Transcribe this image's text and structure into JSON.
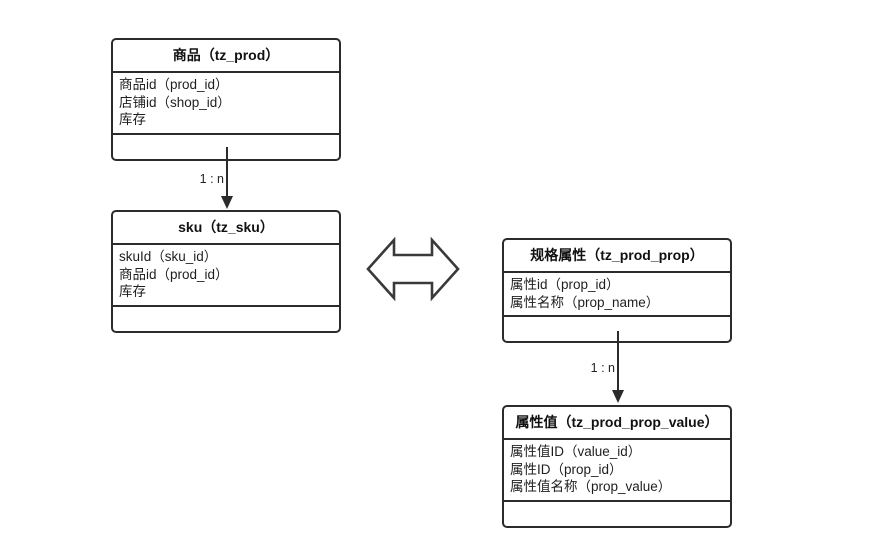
{
  "diagram": {
    "background": "#ffffff",
    "stroke_color": "#2b2b2b",
    "entities": [
      {
        "id": "tz_prod",
        "title": "商品（tz_prod）",
        "attributes": [
          "商品id（prod_id）",
          "店铺id（shop_id）",
          "库存"
        ]
      },
      {
        "id": "tz_sku",
        "title": "sku（tz_sku）",
        "attributes": [
          "skuId（sku_id）",
          "商品id（prod_id）",
          "库存"
        ]
      },
      {
        "id": "tz_prod_prop",
        "title": "规格属性（tz_prod_prop）",
        "attributes": [
          "属性id（prop_id）",
          "属性名称（prop_name）"
        ]
      },
      {
        "id": "tz_prod_prop_value",
        "title": "属性值（tz_prod_prop_value）",
        "attributes": [
          "属性值ID（value_id）",
          "属性ID（prop_id）",
          "属性值名称（prop_value）"
        ]
      }
    ],
    "relations": [
      {
        "id": "prod-to-sku",
        "label": "1 : n",
        "from": "tz_prod",
        "to": "tz_sku"
      },
      {
        "id": "prop-to-prop-value",
        "label": "1 : n",
        "from": "tz_prod_prop",
        "to": "tz_prod_prop_value"
      }
    ],
    "link_shape": {
      "name": "double-headed-arrow",
      "direction": "horizontal-bidirectional"
    }
  }
}
